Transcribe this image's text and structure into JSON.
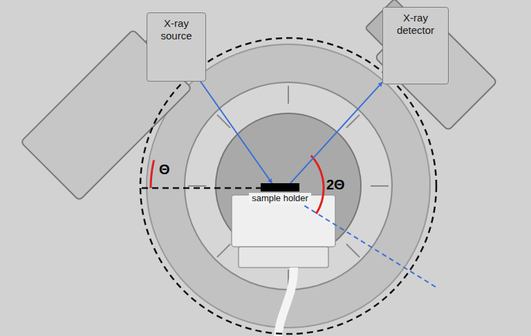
{
  "diagram": {
    "nodes": [
      {
        "text": [
          "X-ray source"
        ]
      },
      {
        "text": [
          "X-ray detector"
        ]
      },
      {
        "text": [
          "sample holder"
        ]
      }
    ],
    "edges": [
      {
        "from": 0,
        "to": 2,
        "arrow": "to"
      },
      {
        "from": 2,
        "to": 1,
        "arrow": "to"
      }
    ],
    "labels": [
      "Θ",
      "2Θ"
    ]
  }
}
